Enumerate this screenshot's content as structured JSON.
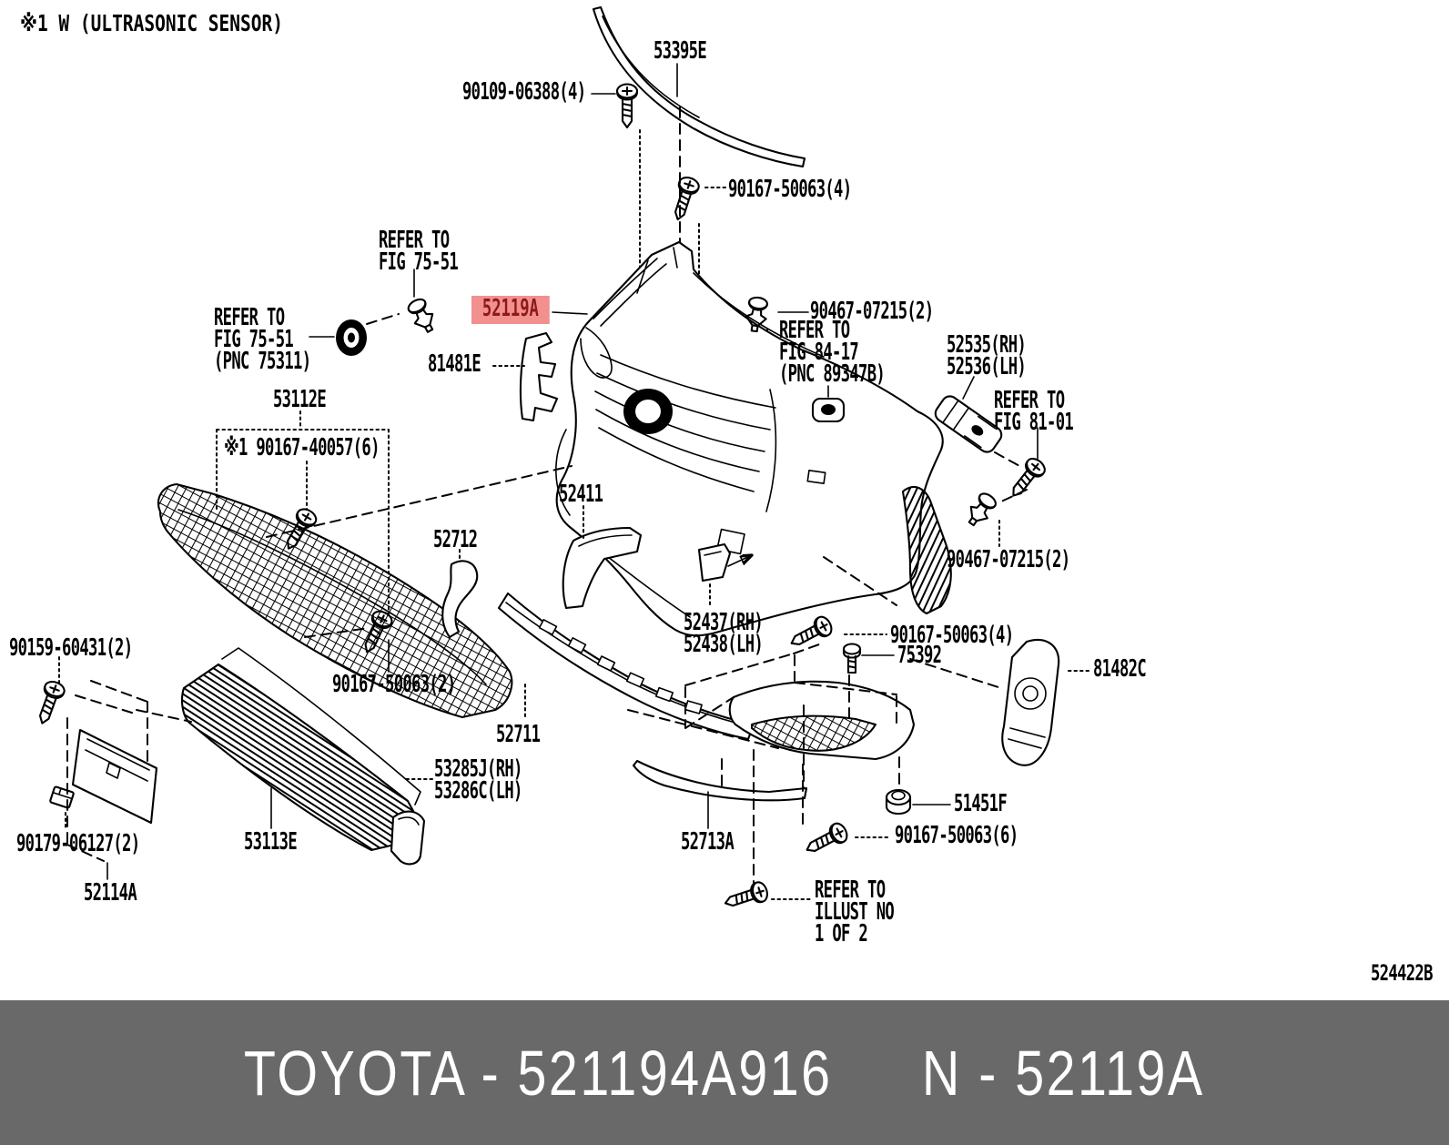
{
  "note": "※1 W (ULTRASONIC SENSOR)",
  "diagram_code": "524422B",
  "selected_part": "52119A",
  "colors": {
    "highlight_bg": "#f29090",
    "highlight_text": "#8c1a15",
    "footer_bg": "#696969",
    "footer_text": "#ffffff",
    "line": "#000000",
    "paper": "#ffffff"
  },
  "footer": {
    "brand_part": "TOYOTA - 521194A916",
    "part_ref": "N - 52119A"
  },
  "labels": {
    "p53395e": "53395E",
    "p90109_06388": "90109-06388(4)",
    "p90167_50063_4a": "90167-50063(4)",
    "refer_7551": "REFER TO\nFIG 75-51",
    "refer_7551_pnc": "REFER TO\nFIG 75-51\n(PNC 75311)",
    "p52119a": "52119A",
    "p81481e": "81481E",
    "p90467_07215_a": "90467-07215(2)",
    "refer_8417": "REFER TO\nFIG 84-17\n(PNC 89347B)",
    "p52535_52536": "52535(RH)\n52536(LH)",
    "refer_8101": "REFER TO\nFIG 81-01",
    "p53112e": "53112E",
    "p90167_40057": "※1 90167-40057(6)",
    "p52411": "52411",
    "p52712": "52712",
    "p90467_07215_b": "90467-07215(2)",
    "p90159_60431": "90159-60431(2)",
    "p90167_50063_2": "90167-50063(2)",
    "p52437_52438": "52437(RH)\n52438(LH)",
    "p90167_50063_4b": "90167-50063(4)",
    "p75392": "75392",
    "p81482c": "81482C",
    "p52711": "52711",
    "p53285_53286": "53285J(RH)\n53286C(LH)",
    "p52713a": "52713A",
    "p51451f": "51451F",
    "p90167_50063_6": "90167-50063(6)",
    "p53113e": "53113E",
    "p90179_06127": "90179-06127(2)",
    "p52114a": "52114A",
    "refer_illust": "REFER TO\nILLUST NO\n1 OF 2"
  }
}
